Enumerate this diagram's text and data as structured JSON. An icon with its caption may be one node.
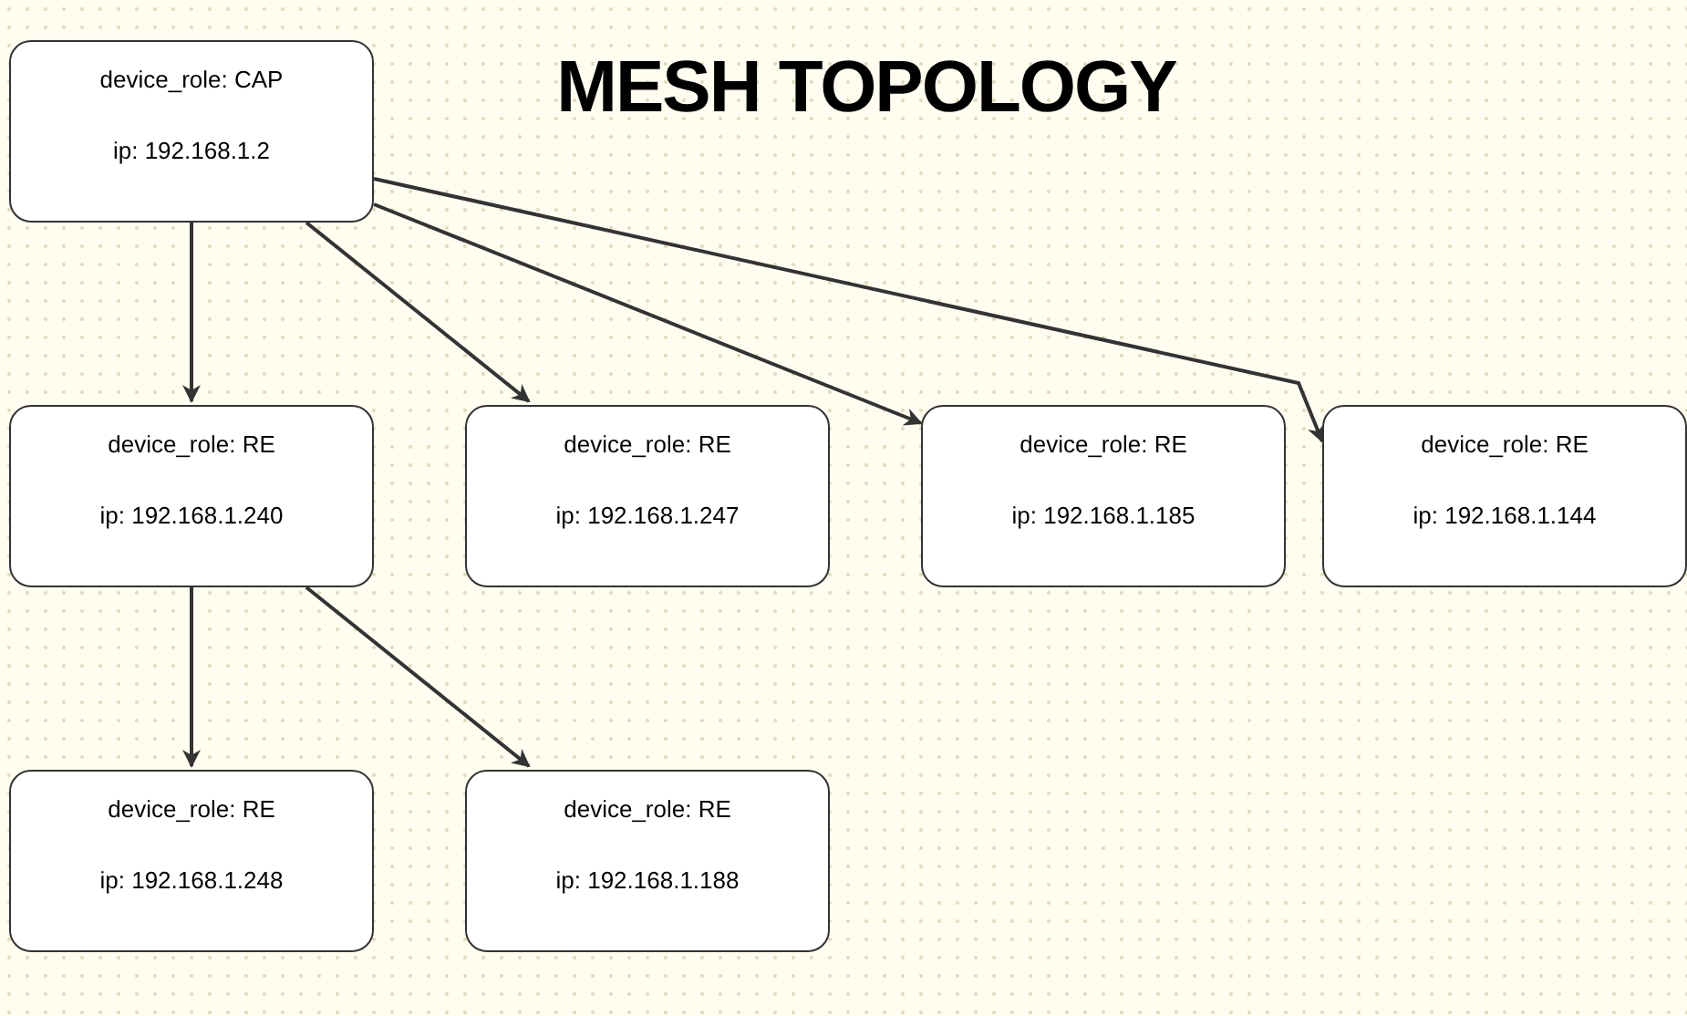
{
  "diagram": {
    "title": "MESH TOPOLOGY",
    "nodes": [
      {
        "text": [
          "device_role: CAP",
          "ip: 192.168.1.2"
        ]
      },
      {
        "text": [
          "device_role: RE",
          "ip: 192.168.1.240"
        ]
      },
      {
        "text": [
          "device_role: RE",
          "ip: 192.168.1.247"
        ]
      },
      {
        "text": [
          "device_role: RE",
          "ip: 192.168.1.185"
        ]
      },
      {
        "text": [
          "device_role: RE",
          "ip: 192.168.1.144"
        ]
      },
      {
        "text": [
          "device_role: RE",
          "ip: 192.168.1.248"
        ]
      },
      {
        "text": [
          "device_role: RE",
          "ip: 192.168.1.188"
        ]
      }
    ],
    "edges": [
      {
        "from": 0,
        "to": 1,
        "arrow": "to"
      },
      {
        "from": 0,
        "to": 2,
        "arrow": "to"
      },
      {
        "from": 0,
        "to": 3,
        "arrow": "to"
      },
      {
        "from": 0,
        "to": 4,
        "arrow": "to"
      },
      {
        "from": 1,
        "to": 5,
        "arrow": "to"
      },
      {
        "from": 1,
        "to": 6,
        "arrow": "to"
      }
    ]
  }
}
